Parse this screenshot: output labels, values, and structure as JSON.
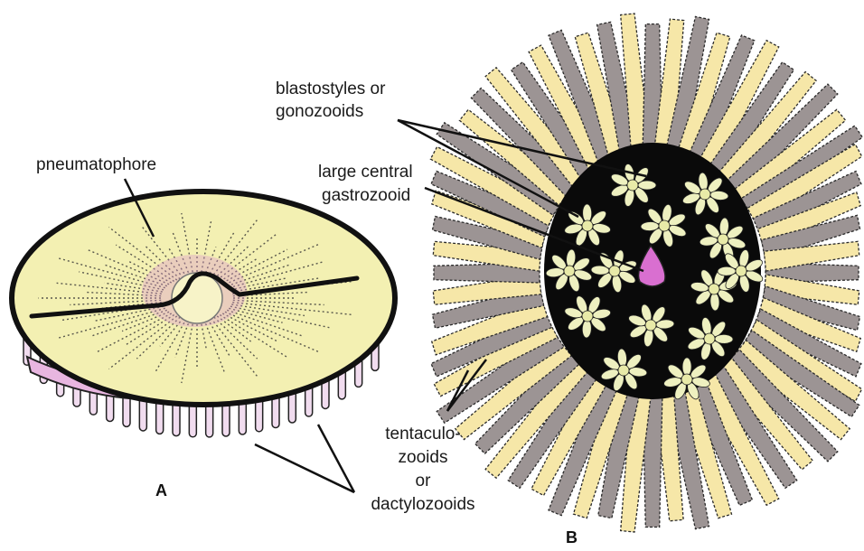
{
  "labels": {
    "pneumatophore": "pneumatophore",
    "blastostyles_line1": "blastostyles or",
    "blastostyles_line2": "gonozooids",
    "central_line1": "large central",
    "central_line2": "gastrozooid",
    "tentaculo_line1": "tentaculo-",
    "tentaculo_line2": "zooids",
    "tentaculo_line3": "or",
    "tentaculo_line4": "dactylozooids"
  },
  "figures": {
    "a": "A",
    "b": "B"
  },
  "colors": {
    "disc_fill": "#f3f0b2",
    "disc_outline": "#111111",
    "pink_accent": "#d98fd0",
    "tentacle_grey": "#9c9494",
    "tentacle_cream": "#f6e7a8",
    "central_black": "#0a0a0a",
    "zooid_cream": "#eef0c0",
    "gastrozooid_pink": "#d96fd0"
  }
}
